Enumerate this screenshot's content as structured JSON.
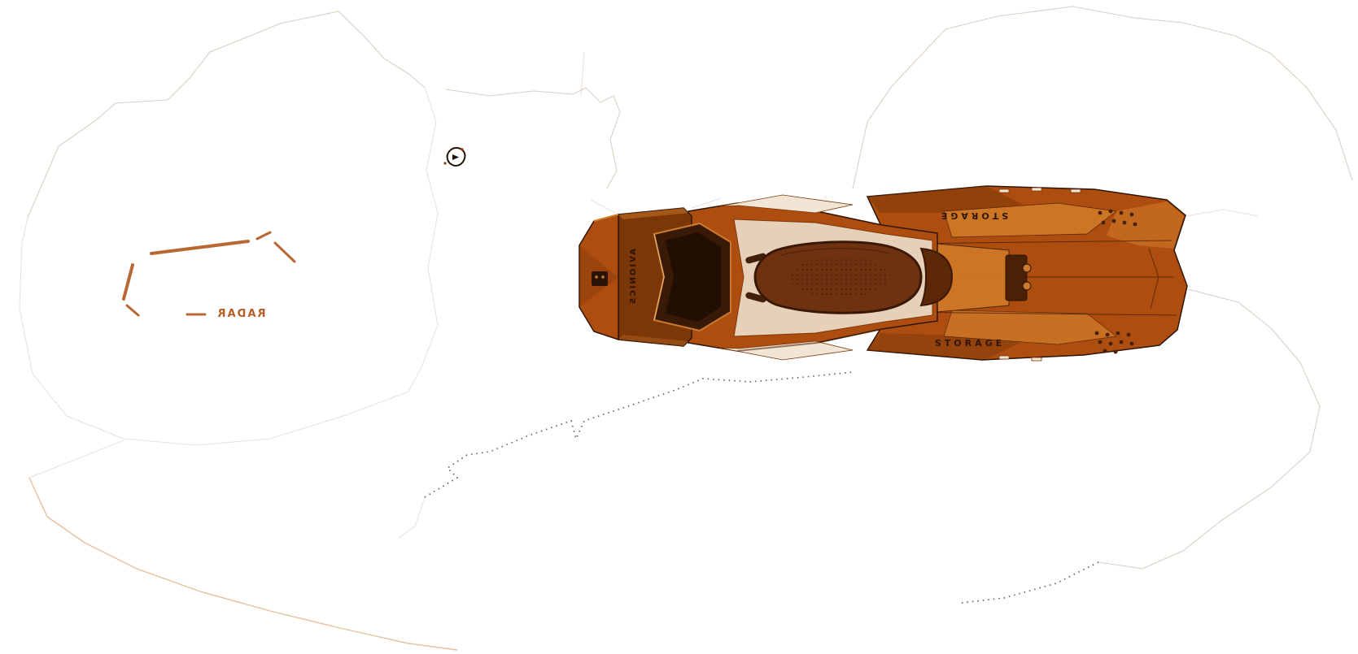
{
  "scene": {
    "description": "Overexposed top-down game render of an orange grav-speeder bike parked over a faint white terrain sketch",
    "colors": {
      "hull_main": "#ad4e10",
      "hull_light": "#d07a28",
      "hull_dark": "#7c3708",
      "hull_deep": "#47200a",
      "trim": "#f1e6d6",
      "seat": "#6e3210",
      "seat_dark": "#3a1806",
      "edge_faint": "#c7b5a2",
      "edge_dark": "#4a3628",
      "label_dark": "#2f1606"
    },
    "vehicle": {
      "labels": {
        "storage_top": "STORAGE",
        "storage_bottom": "STORAGE",
        "avionics": "AVIONICS",
        "radar": "RADAR"
      }
    }
  }
}
